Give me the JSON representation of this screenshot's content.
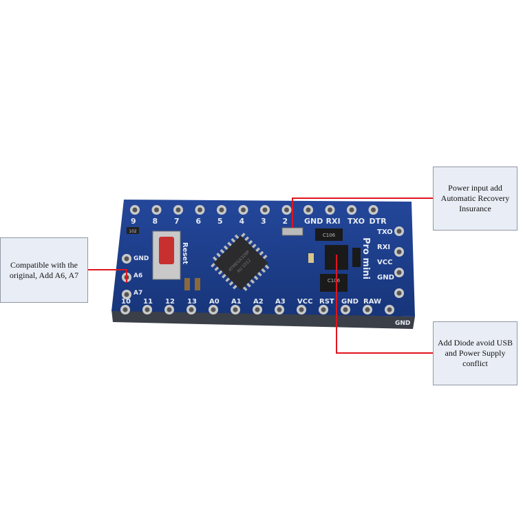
{
  "callouts": {
    "power": "Power input add Automatic Recovery Insurance",
    "compatible": "Compatible with the original, Add A6, A7",
    "diode": "Add Diode avoid USB and Power Supply conflict"
  },
  "board": {
    "top_labels": [
      "9",
      "8",
      "7",
      "6",
      "5",
      "4",
      "3",
      "2",
      "GND",
      "RXI",
      "TXO",
      "DTR"
    ],
    "right_labels": [
      "TXO",
      "RXI",
      "VCC",
      "GND"
    ],
    "bottom_labels": [
      "10",
      "11",
      "12",
      "13",
      "A0",
      "A1",
      "A2",
      "A3",
      "VCC",
      "RST",
      "GND",
      "RAW",
      "GND"
    ],
    "left_labels": [
      "GND",
      "A6",
      "A7"
    ],
    "name": "Pro mini",
    "reset_label": "Reset",
    "chip_text": [
      "ATMEGA328P",
      "AU 1012"
    ],
    "regulator_label": "C106",
    "resistor_label": "102",
    "colors": {
      "pcb": "#1d3f8c",
      "pin": "#c9c9c9",
      "wire": "#e0141d",
      "button": "#c8302f"
    }
  }
}
